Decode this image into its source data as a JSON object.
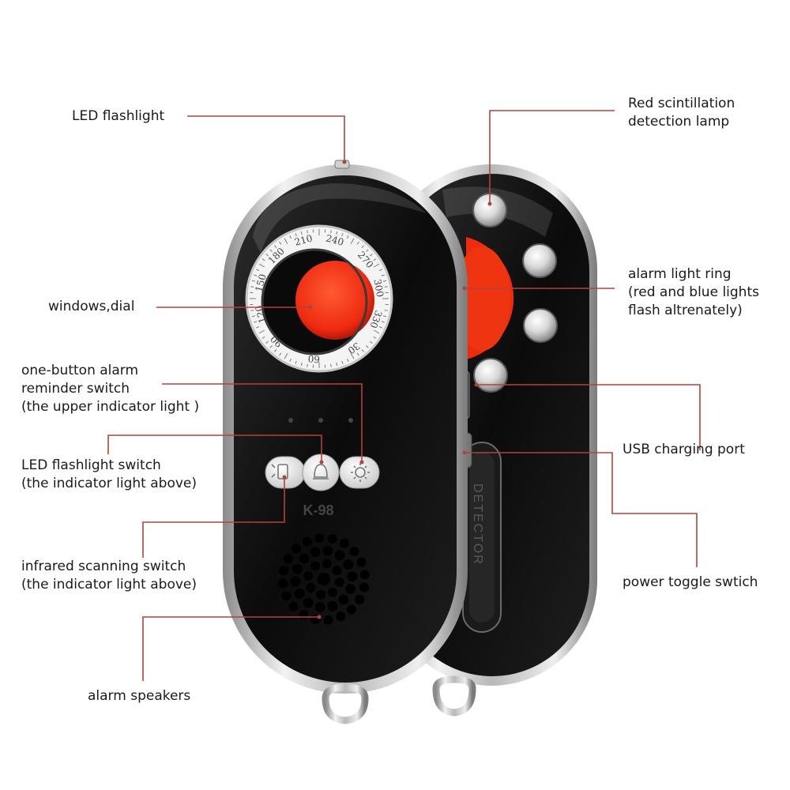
{
  "device": {
    "model": "K-98",
    "side_text": "DETECTOR",
    "dial_numbers": [
      "60",
      "90",
      "120",
      "150",
      "180",
      "210",
      "240",
      "270",
      "300",
      "330",
      "30"
    ]
  },
  "labels": {
    "led_flashlight": [
      "LED flashlight"
    ],
    "red_scintillation": [
      "Red scintillation",
      "detection lamp"
    ],
    "windows_dial": [
      "windows,dial"
    ],
    "alarm_light_ring": [
      "alarm light ring",
      "(red and blue lights",
      "flash altrenately)"
    ],
    "one_button_alarm": [
      "one-button alarm",
      "reminder switch",
      "(the upper indicator light )"
    ],
    "usb_port": [
      "USB charging port"
    ],
    "led_switch": [
      "LED flashlight switch",
      "(the indicator light above)"
    ],
    "power_toggle": [
      "power toggle swtich"
    ],
    "infrared_switch": [
      "infrared scanning switch",
      "(the indicator light above)"
    ],
    "alarm_speakers": [
      "alarm speakers"
    ]
  },
  "colors": {
    "callout_line": "#b0433a",
    "lens_red": "#ee2a10",
    "body_black": "#0d0d0d",
    "chrome": "#c8c8c8"
  }
}
